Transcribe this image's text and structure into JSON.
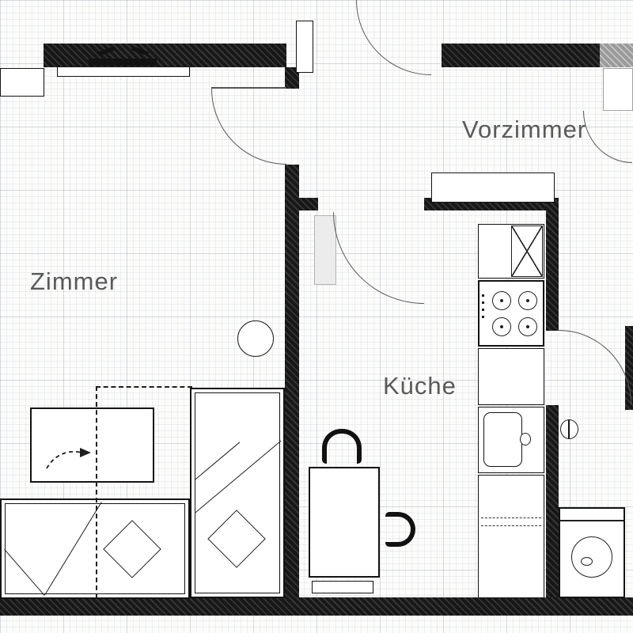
{
  "rooms": {
    "zimmer": {
      "label": "Zimmer"
    },
    "kueche": {
      "label": "Küche"
    },
    "vorzimmer": {
      "label": "Vorzimmer"
    }
  },
  "colors": {
    "wall": "#262626",
    "wall_light": "#a8a8a8",
    "line": "#1f1f1f",
    "label_text": "#5a5a5a",
    "background": "#fcfcfb",
    "grid": "#c9cdd6"
  }
}
